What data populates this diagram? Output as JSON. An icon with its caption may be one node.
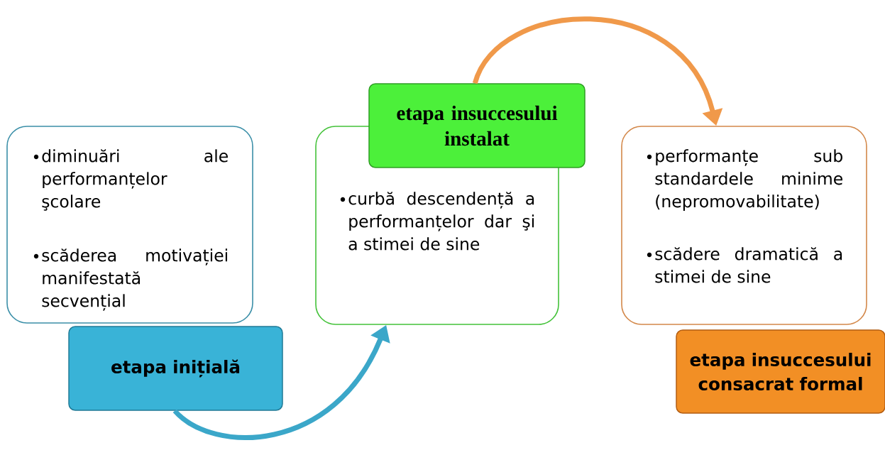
{
  "diagram": {
    "nodes": [
      {
        "text": [
          "diminuări ale performanțelor şcolare",
          "scăderea motivației manifestată secvențial"
        ]
      },
      {
        "text": [
          "etapa inițială"
        ]
      },
      {
        "text": [
          "curbă descendență a performanțelor dar şi a stimei de sine"
        ]
      },
      {
        "text": [
          "etapa insuccesului instalat"
        ]
      },
      {
        "text": [
          "performanțe sub standardele minime (nepromovabilitate)",
          "scădere dramatică a stimei de sine"
        ]
      },
      {
        "text": [
          "etapa insuccesului consacrat formal"
        ]
      }
    ],
    "edges": [
      {
        "from": 1,
        "to": 2,
        "arrow": "to",
        "color": "#3ba7c9"
      },
      {
        "from": 3,
        "to": 4,
        "arrow": "to",
        "color": "#f0994a"
      }
    ]
  }
}
